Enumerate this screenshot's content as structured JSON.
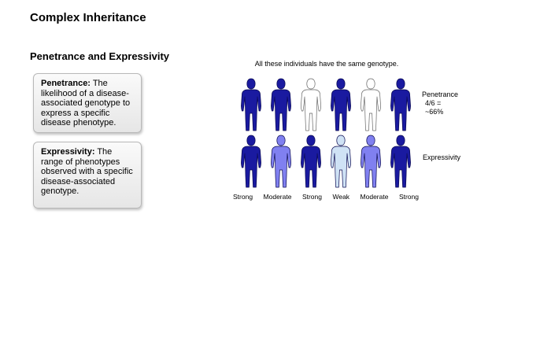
{
  "title": "Complex Inheritance",
  "section_title": "Penetrance and Expressivity",
  "definitions": [
    {
      "term": "Penetrance:",
      "text": " The likelihood of a disease-associated genotype to express a specific disease phenotype."
    },
    {
      "term": "Expressivity:",
      "text": " The range of phenotypes observed with a specific disease-associated genotype."
    }
  ],
  "diagram": {
    "caption": "All these individuals have the same genotype.",
    "penetrance_label": {
      "line1": "Penetrance",
      "line2": "4/6 =",
      "line3": "~66%"
    },
    "expressivity_label": "Expressivity",
    "penetrance_row": [
      {
        "affected": true,
        "color": "#1a1aa0"
      },
      {
        "affected": true,
        "color": "#1a1aa0"
      },
      {
        "affected": false,
        "color": "#ffffff"
      },
      {
        "affected": true,
        "color": "#1a1aa0"
      },
      {
        "affected": false,
        "color": "#ffffff"
      },
      {
        "affected": true,
        "color": "#1a1aa0"
      }
    ],
    "expressivity_row": [
      {
        "label": "Strong",
        "color": "#1a1aa0"
      },
      {
        "label": "Moderate",
        "color": "#8080f0"
      },
      {
        "label": "Strong",
        "color": "#1a1aa0"
      },
      {
        "label": "Weak",
        "color": "#cfe2f5"
      },
      {
        "label": "Moderate",
        "color": "#8080f0"
      },
      {
        "label": "Strong",
        "color": "#1a1aa0"
      }
    ]
  }
}
